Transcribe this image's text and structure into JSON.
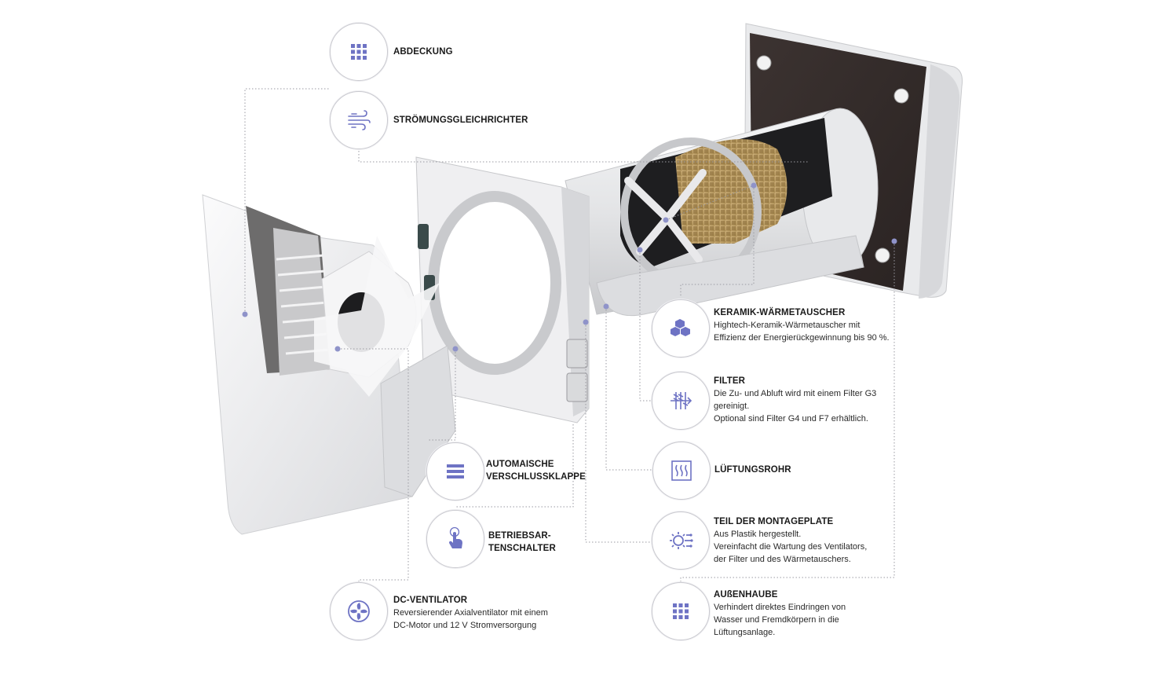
{
  "accent_color": "#6e73c4",
  "line_color": "#9a9aa2",
  "callouts": [
    {
      "id": "abdeckung",
      "icon": "grid-icon",
      "title": "ABDECKUNG",
      "desc": ""
    },
    {
      "id": "stroemung",
      "icon": "airflow-icon",
      "title": "STRÖMUNGSGLEICHRICHTER",
      "desc": ""
    },
    {
      "id": "verschluss",
      "icon": "bars-icon",
      "title": "AUTOMAISCHE\nVERSCHLUSSKLAPPE",
      "desc": ""
    },
    {
      "id": "schalter",
      "icon": "hand-touch-icon",
      "title": "BETRIEBSAR-\nTENSCHALTER",
      "desc": ""
    },
    {
      "id": "ventilator",
      "icon": "fan-icon",
      "title": "DC-VENTILATOR",
      "desc": "Reversierender Axialventilator mit einem\nDC-Motor und 12 V Stromversorgung"
    },
    {
      "id": "keramik",
      "icon": "hexagon-cells-icon",
      "title": "KERAMIK-WÄRMETAUSCHER",
      "desc": "Hightech-Keramik-Wärmetauscher mit\nEffizienz der Energierückgewinnung bis 90 %."
    },
    {
      "id": "filter",
      "icon": "filter-icon",
      "title": "FILTER",
      "desc": "Die Zu- und Abluft wird mit einem Filter G3\ngereinigt.\nOptional sind Filter G4 und F7 erhältlich."
    },
    {
      "id": "rohr",
      "icon": "heat-waves-icon",
      "title": "LÜFTUNGSROHR",
      "desc": ""
    },
    {
      "id": "montage",
      "icon": "gear-circuit-icon",
      "title": "TEIL DER MONTAGEPLATE",
      "desc": "Aus Plastik hergestellt.\nVereinfacht die Wartung des Ventilators,\nder Filter und des Wärmetauschers."
    },
    {
      "id": "aussenhaube",
      "icon": "grid-icon",
      "title": "AUßENHAUBE",
      "desc": "Verhindert direktes Eindringen von\nWasser und Fremdkörpern in die\nLüftungsanlage."
    }
  ]
}
